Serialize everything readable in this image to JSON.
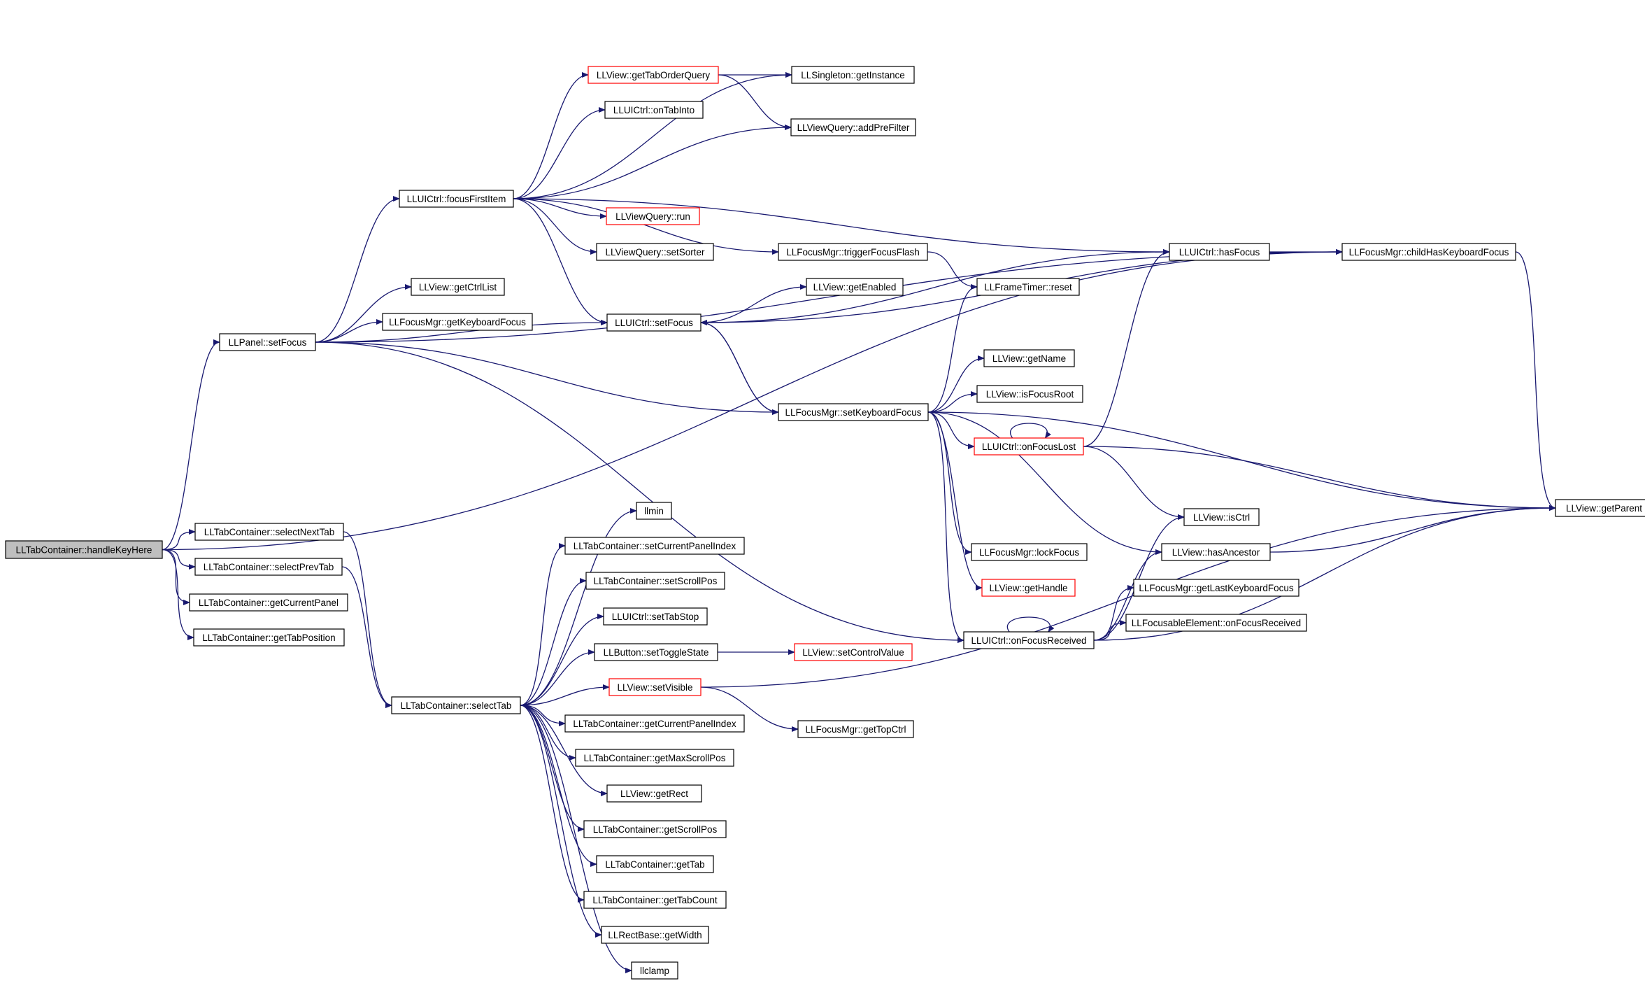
{
  "colors": {
    "edge": "#191970",
    "node_border_default": "#000000",
    "node_border_truncated": "#ff0000",
    "root_fill": "#bfbfbf",
    "node_fill": "#ffffff"
  },
  "nodes": [
    {
      "id": "n_handleKeyHere",
      "label": "LLTabContainer::handleKeyHere",
      "style": "root"
    },
    {
      "id": "n_panelSetFocus",
      "label": "LLPanel::setFocus",
      "style": "normal"
    },
    {
      "id": "n_focusFirstItem",
      "label": "LLUICtrl::focusFirstItem",
      "style": "normal"
    },
    {
      "id": "n_getTabOrderQuery",
      "label": "LLView::getTabOrderQuery",
      "style": "truncated"
    },
    {
      "id": "n_getInstance",
      "label": "LLSingleton::getInstance",
      "style": "normal"
    },
    {
      "id": "n_onTabInto",
      "label": "LLUICtrl::onTabInto",
      "style": "normal"
    },
    {
      "id": "n_addPreFilter",
      "label": "LLViewQuery::addPreFilter",
      "style": "normal"
    },
    {
      "id": "n_run",
      "label": "LLViewQuery::run",
      "style": "truncated"
    },
    {
      "id": "n_setSorter",
      "label": "LLViewQuery::setSorter",
      "style": "normal"
    },
    {
      "id": "n_triggerFocusFlash",
      "label": "LLFocusMgr::triggerFocusFlash",
      "style": "normal"
    },
    {
      "id": "n_hasFocus",
      "label": "LLUICtrl::hasFocus",
      "style": "normal"
    },
    {
      "id": "n_childHasKeyboardFocus",
      "label": "LLFocusMgr::childHasKeyboardFocus",
      "style": "normal"
    },
    {
      "id": "n_getCtrlList",
      "label": "LLView::getCtrlList",
      "style": "normal"
    },
    {
      "id": "n_getEnabled",
      "label": "LLView::getEnabled",
      "style": "normal"
    },
    {
      "id": "n_reset",
      "label": "LLFrameTimer::reset",
      "style": "normal"
    },
    {
      "id": "n_getKeyboardFocus",
      "label": "LLFocusMgr::getKeyboardFocus",
      "style": "normal"
    },
    {
      "id": "n_uiSetFocus",
      "label": "LLUICtrl::setFocus",
      "style": "normal"
    },
    {
      "id": "n_getName",
      "label": "LLView::getName",
      "style": "normal"
    },
    {
      "id": "n_isFocusRoot",
      "label": "LLView::isFocusRoot",
      "style": "normal"
    },
    {
      "id": "n_setKeyboardFocus",
      "label": "LLFocusMgr::setKeyboardFocus",
      "style": "normal"
    },
    {
      "id": "n_onFocusLost",
      "label": "LLUICtrl::onFocusLost",
      "style": "truncated"
    },
    {
      "id": "n_getParent",
      "label": "LLView::getParent",
      "style": "normal"
    },
    {
      "id": "n_isCtrl",
      "label": "LLView::isCtrl",
      "style": "normal"
    },
    {
      "id": "n_hasAncestor",
      "label": "LLView::hasAncestor",
      "style": "normal"
    },
    {
      "id": "n_lockFocus",
      "label": "LLFocusMgr::lockFocus",
      "style": "normal"
    },
    {
      "id": "n_getHandle",
      "label": "LLView::getHandle",
      "style": "truncated"
    },
    {
      "id": "n_getLastKeyboardFocus",
      "label": "LLFocusMgr::getLastKeyboardFocus",
      "style": "normal"
    },
    {
      "id": "n_onFocusReceivedElem",
      "label": "LLFocusableElement::onFocusReceived",
      "style": "normal"
    },
    {
      "id": "n_onFocusReceived",
      "label": "LLUICtrl::onFocusReceived",
      "style": "normal"
    },
    {
      "id": "n_selectNextTab",
      "label": "LLTabContainer::selectNextTab",
      "style": "normal"
    },
    {
      "id": "n_selectPrevTab",
      "label": "LLTabContainer::selectPrevTab",
      "style": "normal"
    },
    {
      "id": "n_getCurrentPanel",
      "label": "LLTabContainer::getCurrentPanel",
      "style": "normal"
    },
    {
      "id": "n_getTabPosition",
      "label": "LLTabContainer::getTabPosition",
      "style": "normal"
    },
    {
      "id": "n_selectTab",
      "label": "LLTabContainer::selectTab",
      "style": "normal"
    },
    {
      "id": "n_llmin",
      "label": "llmin",
      "style": "normal"
    },
    {
      "id": "n_setCurrentPanelIndex",
      "label": "LLTabContainer::setCurrentPanelIndex",
      "style": "normal"
    },
    {
      "id": "n_setScrollPos",
      "label": "LLTabContainer::setScrollPos",
      "style": "normal"
    },
    {
      "id": "n_setTabStop",
      "label": "LLUICtrl::setTabStop",
      "style": "normal"
    },
    {
      "id": "n_setToggleState",
      "label": "LLButton::setToggleState",
      "style": "normal"
    },
    {
      "id": "n_setControlValue",
      "label": "LLView::setControlValue",
      "style": "truncated"
    },
    {
      "id": "n_setVisible",
      "label": "LLView::setVisible",
      "style": "truncated"
    },
    {
      "id": "n_getTopCtrl",
      "label": "LLFocusMgr::getTopCtrl",
      "style": "normal"
    },
    {
      "id": "n_getCurrentPanelIndex",
      "label": "LLTabContainer::getCurrentPanelIndex",
      "style": "normal"
    },
    {
      "id": "n_getMaxScrollPos",
      "label": "LLTabContainer::getMaxScrollPos",
      "style": "normal"
    },
    {
      "id": "n_getRect",
      "label": "LLView::getRect",
      "style": "normal"
    },
    {
      "id": "n_getScrollPos",
      "label": "LLTabContainer::getScrollPos",
      "style": "normal"
    },
    {
      "id": "n_getTab",
      "label": "LLTabContainer::getTab",
      "style": "normal"
    },
    {
      "id": "n_getTabCount",
      "label": "LLTabContainer::getTabCount",
      "style": "normal"
    },
    {
      "id": "n_getWidth",
      "label": "LLRectBase::getWidth",
      "style": "normal"
    },
    {
      "id": "n_llclamp",
      "label": "llclamp",
      "style": "normal"
    }
  ],
  "edges": [
    {
      "from": "n_handleKeyHere",
      "to": "n_childHasKeyboardFocus"
    },
    {
      "from": "n_handleKeyHere",
      "to": "n_panelSetFocus"
    },
    {
      "from": "n_handleKeyHere",
      "to": "n_selectNextTab"
    },
    {
      "from": "n_handleKeyHere",
      "to": "n_selectPrevTab"
    },
    {
      "from": "n_handleKeyHere",
      "to": "n_getCurrentPanel"
    },
    {
      "from": "n_handleKeyHere",
      "to": "n_getTabPosition"
    },
    {
      "from": "n_panelSetFocus",
      "to": "n_focusFirstItem"
    },
    {
      "from": "n_panelSetFocus",
      "to": "n_getCtrlList"
    },
    {
      "from": "n_panelSetFocus",
      "to": "n_getKeyboardFocus"
    },
    {
      "from": "n_panelSetFocus",
      "to": "n_uiSetFocus"
    },
    {
      "from": "n_panelSetFocus",
      "to": "n_childHasKeyboardFocus"
    },
    {
      "from": "n_panelSetFocus",
      "to": "n_setKeyboardFocus"
    },
    {
      "from": "n_panelSetFocus",
      "to": "n_onFocusReceived"
    },
    {
      "from": "n_focusFirstItem",
      "to": "n_getTabOrderQuery"
    },
    {
      "from": "n_focusFirstItem",
      "to": "n_getInstance"
    },
    {
      "from": "n_focusFirstItem",
      "to": "n_onTabInto"
    },
    {
      "from": "n_focusFirstItem",
      "to": "n_addPreFilter"
    },
    {
      "from": "n_focusFirstItem",
      "to": "n_run"
    },
    {
      "from": "n_focusFirstItem",
      "to": "n_setSorter"
    },
    {
      "from": "n_focusFirstItem",
      "to": "n_hasFocus"
    },
    {
      "from": "n_focusFirstItem",
      "to": "n_triggerFocusFlash"
    },
    {
      "from": "n_focusFirstItem",
      "to": "n_uiSetFocus"
    },
    {
      "from": "n_getTabOrderQuery",
      "to": "n_getInstance"
    },
    {
      "from": "n_getTabOrderQuery",
      "to": "n_addPreFilter"
    },
    {
      "from": "n_triggerFocusFlash",
      "to": "n_reset"
    },
    {
      "from": "n_hasFocus",
      "to": "n_childHasKeyboardFocus"
    },
    {
      "from": "n_childHasKeyboardFocus",
      "to": "n_getParent"
    },
    {
      "from": "n_uiSetFocus",
      "to": "n_getEnabled"
    },
    {
      "from": "n_uiSetFocus",
      "to": "n_hasFocus"
    },
    {
      "from": "n_uiSetFocus",
      "to": "n_childHasKeyboardFocus"
    },
    {
      "from": "n_uiSetFocus",
      "to": "n_setKeyboardFocus"
    },
    {
      "from": "n_setKeyboardFocus",
      "to": "n_uiSetFocus"
    },
    {
      "from": "n_setKeyboardFocus",
      "to": "n_reset"
    },
    {
      "from": "n_setKeyboardFocus",
      "to": "n_getName"
    },
    {
      "from": "n_setKeyboardFocus",
      "to": "n_isFocusRoot"
    },
    {
      "from": "n_setKeyboardFocus",
      "to": "n_onFocusLost"
    },
    {
      "from": "n_setKeyboardFocus",
      "to": "n_getParent"
    },
    {
      "from": "n_setKeyboardFocus",
      "to": "n_hasAncestor"
    },
    {
      "from": "n_setKeyboardFocus",
      "to": "n_lockFocus"
    },
    {
      "from": "n_setKeyboardFocus",
      "to": "n_getHandle"
    },
    {
      "from": "n_setKeyboardFocus",
      "to": "n_onFocusReceived"
    },
    {
      "from": "n_onFocusLost",
      "to": "n_onFocusLost"
    },
    {
      "from": "n_onFocusLost",
      "to": "n_hasFocus"
    },
    {
      "from": "n_onFocusLost",
      "to": "n_getParent"
    },
    {
      "from": "n_onFocusLost",
      "to": "n_isCtrl"
    },
    {
      "from": "n_hasAncestor",
      "to": "n_getParent"
    },
    {
      "from": "n_onFocusReceived",
      "to": "n_onFocusReceived"
    },
    {
      "from": "n_onFocusReceived",
      "to": "n_isCtrl"
    },
    {
      "from": "n_onFocusReceived",
      "to": "n_hasAncestor"
    },
    {
      "from": "n_onFocusReceived",
      "to": "n_getLastKeyboardFocus"
    },
    {
      "from": "n_onFocusReceived",
      "to": "n_onFocusReceivedElem"
    },
    {
      "from": "n_onFocusReceived",
      "to": "n_getParent"
    },
    {
      "from": "n_selectNextTab",
      "to": "n_selectTab"
    },
    {
      "from": "n_selectPrevTab",
      "to": "n_selectTab"
    },
    {
      "from": "n_selectTab",
      "to": "n_llmin"
    },
    {
      "from": "n_selectTab",
      "to": "n_setCurrentPanelIndex"
    },
    {
      "from": "n_selectTab",
      "to": "n_setScrollPos"
    },
    {
      "from": "n_selectTab",
      "to": "n_setTabStop"
    },
    {
      "from": "n_selectTab",
      "to": "n_setToggleState"
    },
    {
      "from": "n_selectTab",
      "to": "n_setVisible"
    },
    {
      "from": "n_selectTab",
      "to": "n_getCurrentPanelIndex"
    },
    {
      "from": "n_selectTab",
      "to": "n_getMaxScrollPos"
    },
    {
      "from": "n_selectTab",
      "to": "n_getRect"
    },
    {
      "from": "n_selectTab",
      "to": "n_getScrollPos"
    },
    {
      "from": "n_selectTab",
      "to": "n_getTab"
    },
    {
      "from": "n_selectTab",
      "to": "n_getTabCount"
    },
    {
      "from": "n_selectTab",
      "to": "n_getWidth"
    },
    {
      "from": "n_selectTab",
      "to": "n_llclamp"
    },
    {
      "from": "n_setToggleState",
      "to": "n_setControlValue"
    },
    {
      "from": "n_setVisible",
      "to": "n_getTopCtrl"
    },
    {
      "from": "n_setVisible",
      "to": "n_getParent"
    }
  ]
}
